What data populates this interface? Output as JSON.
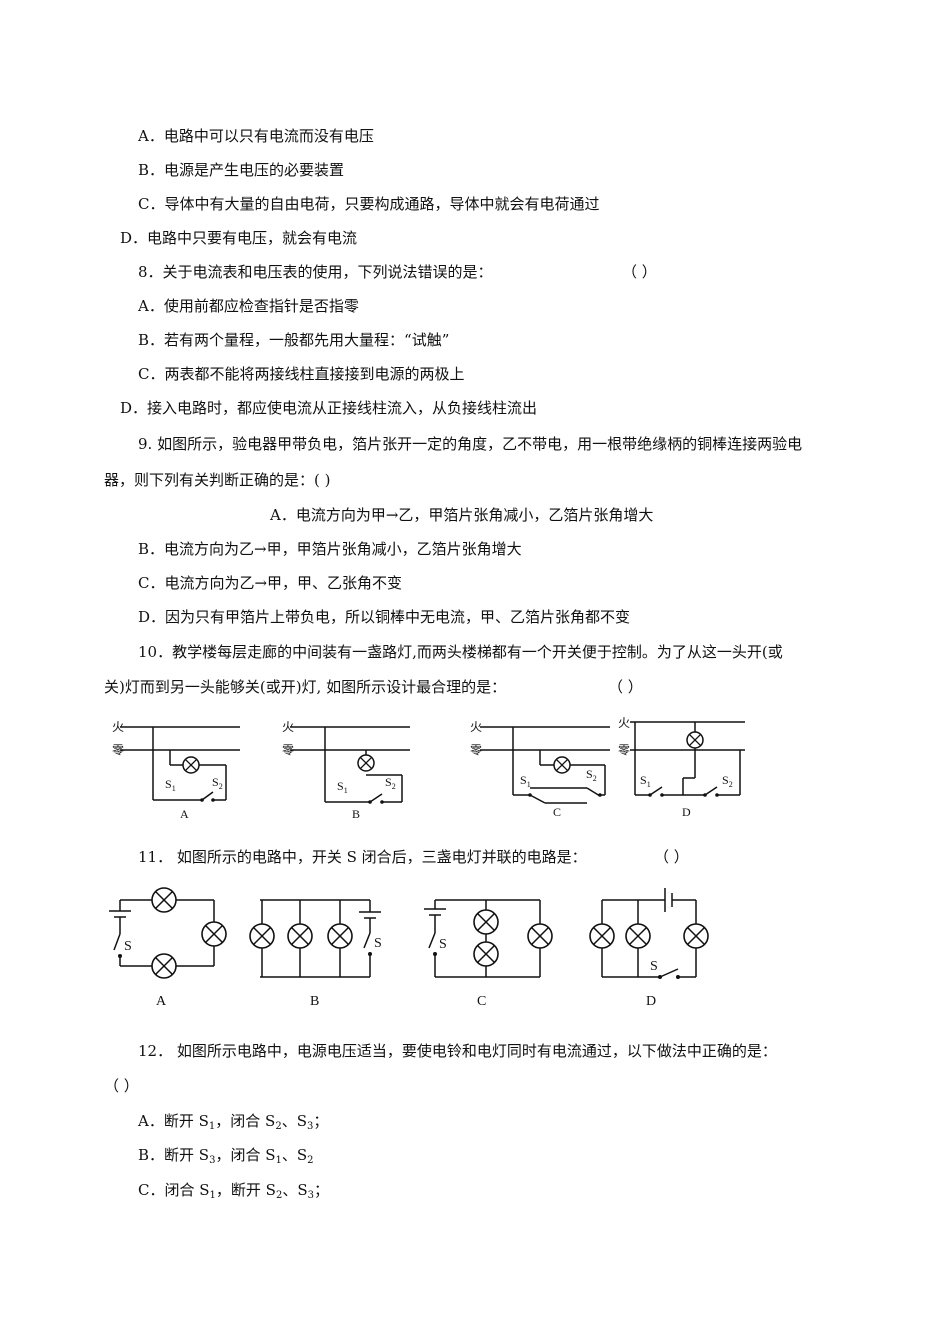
{
  "q7": {
    "optA": "A．电路中可以只有电流而没有电压",
    "optB": "B．电源是产生电压的必要装置",
    "optC": "C．导体中有大量的自由电荷，只要构成通路，导体中就会有电荷通过",
    "optD": "D．电路中只要有电压，就会有电流"
  },
  "q8": {
    "stem": "8．关于电流表和电压表的使用，下列说法错误的是：",
    "paren": "（ ）",
    "optA": "A．使用前都应检查指针是否指零",
    "optB": "B．若有两个量程，一般都先用大量程：“试触”",
    "optC": "C．两表都不能将两接线柱直接接到电源的两极上",
    "optD": "D．接入电路时，都应使电流从正接线柱流入，从负接线柱流出"
  },
  "q9": {
    "stem1": "9. 如图所示，验电器甲带负电，箔片张开一定的角度，乙不带电，用一根带绝缘柄的铜棒连接两验电",
    "stem2": "器，则下列有关判断正确的是：(    )",
    "optA": "A．电流方向为甲→乙，甲箔片张角减小，乙箔片张角增大",
    "optB": "B．电流方向为乙→甲，甲箔片张角减小，乙箔片张角增大",
    "optC": "C．电流方向为乙→甲，甲、乙张角不变",
    "optD": "D．因为只有甲箔片上带负电，所以铜棒中无电流，甲、乙箔片张角都不变"
  },
  "q10": {
    "stem1": "10．教学楼每层走廊的中间装有一盏路灯,而两头楼梯都有一个开关便于控制。为了从这一头开(或",
    "stem2": "关)灯而到另一头能够关(或开)灯, 如图所示设计最合理的是：",
    "paren": "（    ）",
    "fig": {
      "fire": "火",
      "neutral": "零",
      "s1": "S",
      "s1_sub": "1",
      "s2": "S",
      "s2_sub": "2",
      "labels": [
        "A",
        "B",
        "C",
        "D"
      ]
    }
  },
  "q11": {
    "stem": "11． 如图所示的电路中，开关 S 闭合后，三盏电灯并联的电路是：",
    "paren": "（ ）",
    "fig": {
      "switch": "S",
      "labels": [
        "A",
        "B",
        "C",
        "D"
      ]
    }
  },
  "q12": {
    "stem": "12． 如图所示电路中，电源电压适当，要使电铃和电灯同时有电流通过，以下做法中正确的是：",
    "paren": "（ ）",
    "optA": {
      "a": "A．断开 S",
      "a1": "1",
      "b": "，闭合 S",
      "b1": "2",
      "c": "、S",
      "c1": "3",
      "d": "；"
    },
    "optB": {
      "a": "B．断开 S",
      "a1": "3",
      "b": "，闭合 S",
      "b1": "1",
      "c": "、S",
      "c1": "2",
      "d": ""
    },
    "optC": {
      "a": "C．闭合 S",
      "a1": "1",
      "b": "，断开 S",
      "b1": "2",
      "c": "、S",
      "c1": "3",
      "d": "；"
    }
  }
}
